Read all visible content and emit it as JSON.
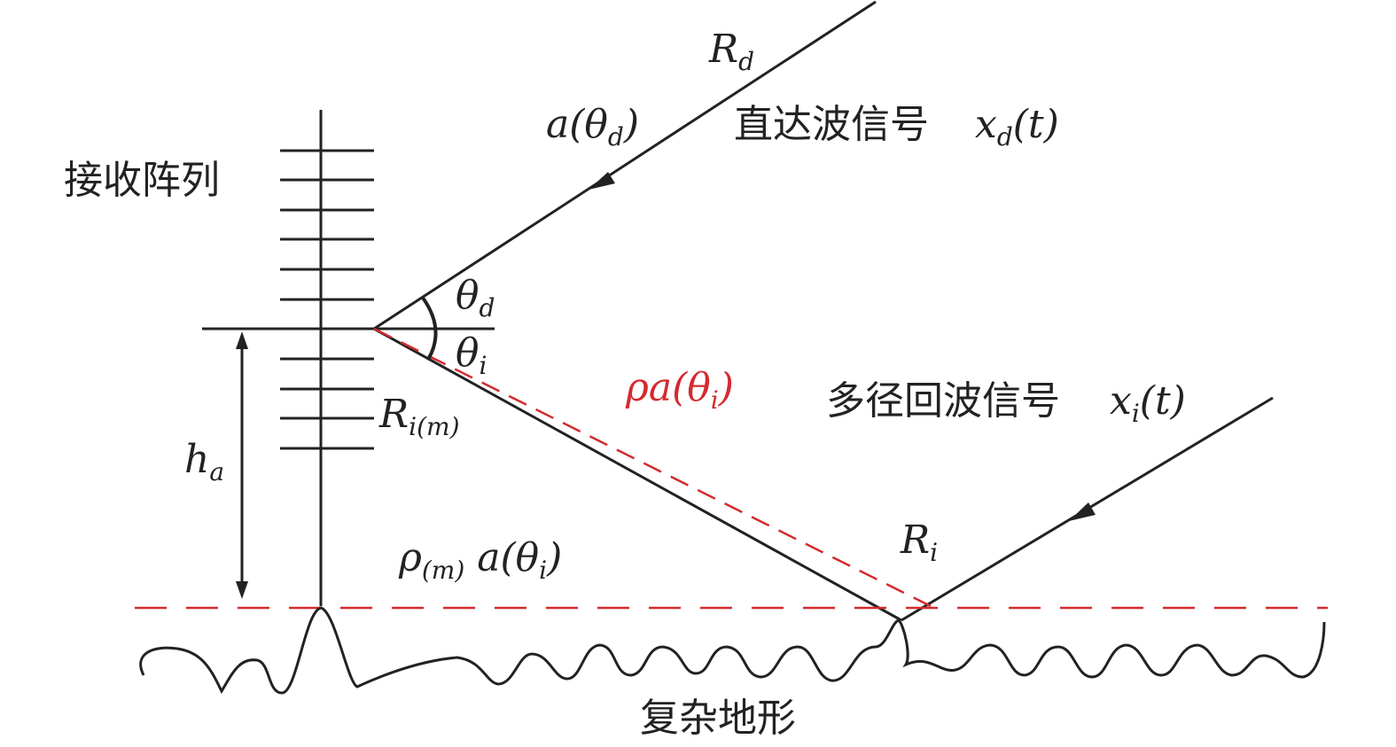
{
  "colors": {
    "ink": "#222222",
    "accent": "#d42a2f"
  },
  "labels": {
    "array": "接收阵列",
    "terrain": "复杂地形",
    "direct_signal": "直达波信号",
    "multipath_signal": "多径回波信号",
    "Rd_main": "R",
    "Rd_sub": "d",
    "a_theta_d": {
      "a": "a(",
      "theta": "θ",
      "sub": "d",
      "close": ")"
    },
    "xd": {
      "x": "x",
      "sub": "d",
      "rest": "(t)"
    },
    "xi": {
      "x": "x",
      "sub": "i",
      "rest": "(t)"
    },
    "theta_d": {
      "theta": "θ",
      "sub": "d"
    },
    "theta_i": {
      "theta": "θ",
      "sub": "i"
    },
    "rho_a": {
      "rho": "ρa(",
      "theta": "θ",
      "sub": "i",
      "close": ")"
    },
    "Ri_m": {
      "R": "R",
      "sub": "i(m)"
    },
    "ha": {
      "h": "h",
      "sub": "a"
    },
    "rho_m": {
      "rho": "ρ",
      "sub": "(m)",
      "a": " a(",
      "theta": "θ",
      "tsub": "i",
      "close": ")"
    },
    "Ri": {
      "R": "R",
      "sub": "i"
    }
  }
}
